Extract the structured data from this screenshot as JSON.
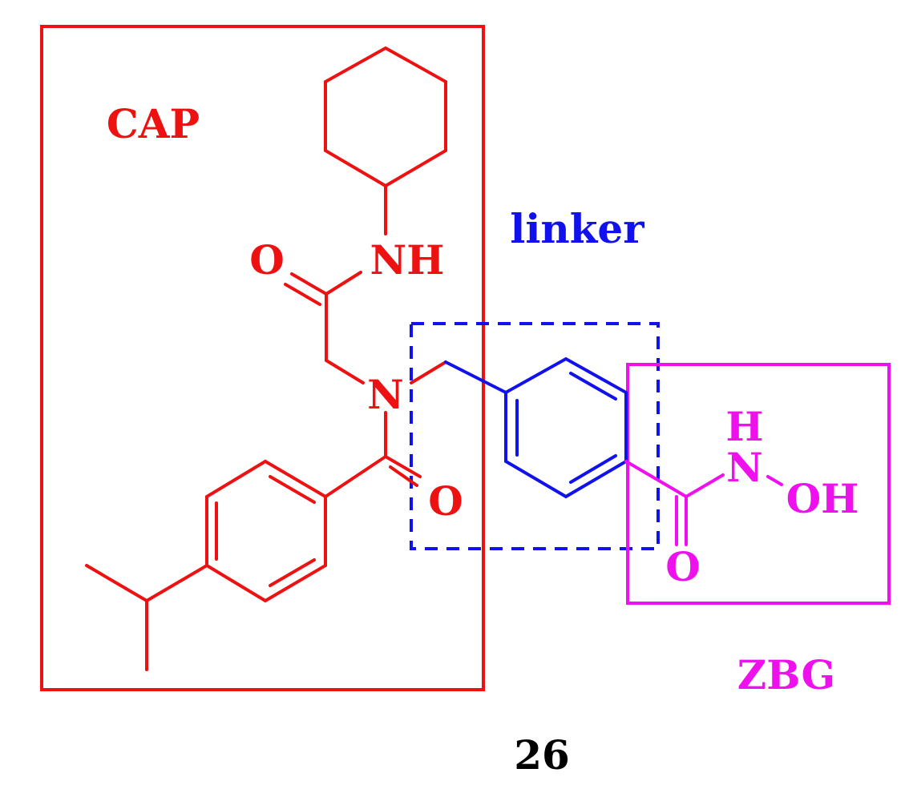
{
  "colors": {
    "cap": "#ee1111",
    "linker": "#1111ee",
    "zbg": "#ee11ee",
    "label": "#000000"
  },
  "labels": {
    "cap": "CAP",
    "linker": "linker",
    "zbg": "ZBG",
    "compound_number": "26"
  },
  "atoms": {
    "amide_o": "O",
    "amide_nh": "NH",
    "tertiary_n": "N",
    "carbonyl_o": "O",
    "hydroxamic_h": "H",
    "hydroxamic_n": "N",
    "hydroxamic_oh": "OH",
    "hydroxamic_o": "O"
  }
}
